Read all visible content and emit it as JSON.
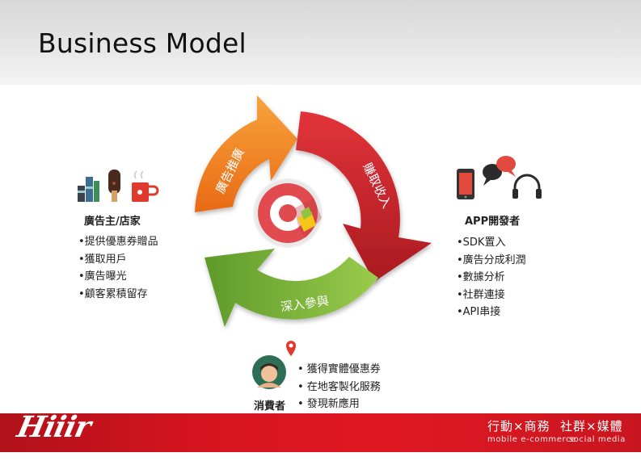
{
  "slide": {
    "title": "Business Model"
  },
  "cycle": {
    "arrow_promote": "廣告推廣",
    "arrow_revenue": "賺取收入",
    "arrow_engage": "深入參與",
    "colors": {
      "orange": "#f08a24",
      "red": "#d1262c",
      "green": "#7cb83a",
      "center": "#e14a4f"
    }
  },
  "advertiser": {
    "title": "廣告主/店家",
    "items": [
      "•提供優惠券贈品",
      "•獲取用戶",
      "•廣告曝光",
      "•顧客累積留存"
    ],
    "icons": [
      "books-icon",
      "ice-cream-icon",
      "coffee-cup-icon"
    ]
  },
  "developer": {
    "title": "APP開發者",
    "items": [
      "•SDK置入",
      "•廣告分成利潤",
      "•數據分析",
      "•社群連接",
      "•API串接"
    ],
    "icons": [
      "smartphone-icon",
      "chat-bubbles-icon",
      "headphones-icon"
    ]
  },
  "consumer": {
    "title": "消費者",
    "items": [
      "• 獲得實體優惠券",
      "• 在地客製化服務",
      "• 發現新應用"
    ],
    "icons": [
      "person-avatar-icon",
      "map-pin-icon"
    ]
  },
  "footer": {
    "logo": "Hiiir",
    "tagline_left": "行動×商務",
    "tagline_left_sub": "mobile e-commerce",
    "tagline_right": "社群×媒體",
    "tagline_right_sub": "social media",
    "color": "#d4141e"
  }
}
